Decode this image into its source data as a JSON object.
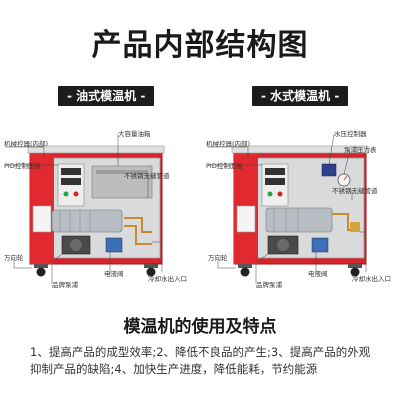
{
  "title": "产品内部结构图",
  "left_panel": {
    "badge": "- 油式模温机 -",
    "labels": {
      "control_box": "机械控器(内部)",
      "pid_panel": "PID控制面板",
      "fuel_tank": "大容量油箱",
      "pipe": "不锈钢无缝管道",
      "caster": "万向轮",
      "pump": "品牌泵浦",
      "solenoid": "电液阀",
      "water_port": "冷却水出入口"
    }
  },
  "right_panel": {
    "badge": "- 水式模温机 -",
    "labels": {
      "control_box": "机械控器(内部)",
      "pid_panel": "PID控制面板",
      "pressure_controller": "水压控制器",
      "pump_gauge": "泵浦压力表",
      "pipe": "不锈钢无缝管道",
      "caster": "万向轮",
      "pump": "品牌泵浦",
      "solenoid": "电液阀",
      "water_port": "冷却水出入口"
    }
  },
  "features": {
    "title": "模温机的使用及特点",
    "description": "1、提高产品的成型效率;2、降低不良品的产生;3、提高产品的外观抑制产品的缺陷;4、加快生产进度，降低能耗，节约能源"
  },
  "colors": {
    "machine_red": "#d9232a",
    "badge_bg": "#1c1c1c",
    "frame_gray": "#c9c9c9"
  }
}
